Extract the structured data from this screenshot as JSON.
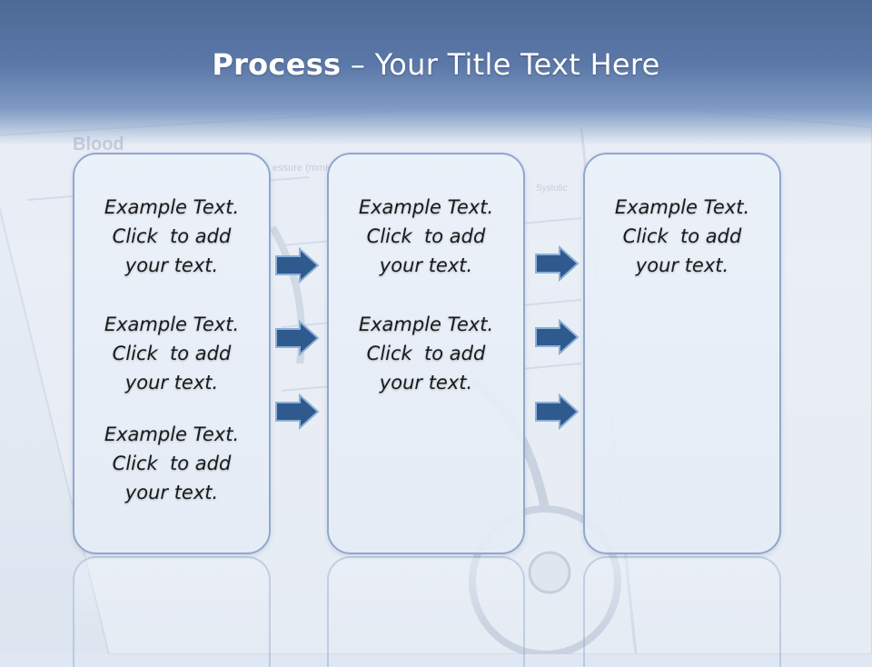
{
  "title": {
    "bold": "Process",
    "rest": " – Your Title Text Here"
  },
  "columns": [
    {
      "blocks": [
        {
          "lines": [
            "Example Text.",
            "Click  to add",
            "your text."
          ]
        },
        {
          "lines": [
            "Example Text.",
            "Click  to add",
            "your text."
          ]
        },
        {
          "lines": [
            "Example Text.",
            "Click  to add",
            "your text."
          ]
        }
      ]
    },
    {
      "blocks": [
        {
          "lines": [
            "Example Text.",
            "Click  to add",
            "your text."
          ]
        },
        {
          "lines": [
            "Example Text.",
            "Click  to add",
            "your text."
          ]
        }
      ]
    },
    {
      "blocks": [
        {
          "lines": [
            "Example Text.",
            "Click  to add",
            "your text."
          ]
        }
      ]
    }
  ],
  "colors": {
    "title_bar": "#5b78a8",
    "box_border": "#8fa8cc",
    "arrow_fill": "#2f5a8e",
    "arrow_stroke": "#8db0d8"
  },
  "bg_labels": {
    "blood": "Blood",
    "pressure": "essure (mmHg)",
    "systolic": "Systolic"
  }
}
